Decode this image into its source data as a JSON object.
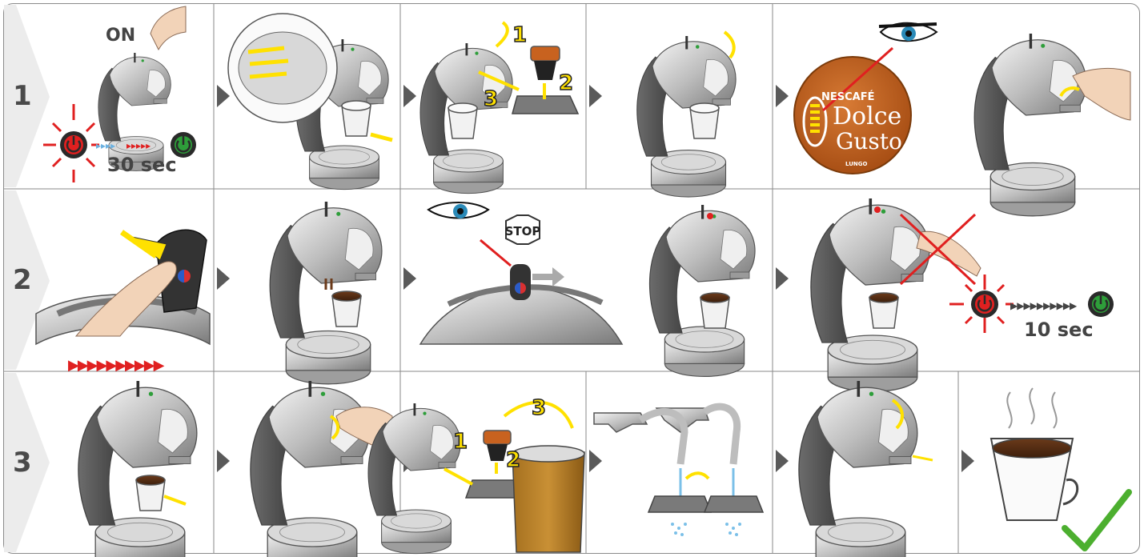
{
  "rows": [
    {
      "step": "1",
      "on_label": "ON",
      "timer_label": "30 sec"
    },
    {
      "step": "2",
      "timer_label": "10 sec",
      "stop_label": "STOP"
    },
    {
      "step": "3"
    }
  ],
  "capsule": {
    "brand_top": "NESCAFÉ",
    "brand_line1": "Dolce",
    "brand_line2": "Gusto",
    "variety": "LUNGO"
  },
  "callouts": {
    "r1_c3": [
      "1",
      "2",
      "3"
    ],
    "r3_c3": [
      "1",
      "2",
      "3"
    ]
  },
  "colors": {
    "power_led_red": "#e02020",
    "power_led_green": "#2e9e3a",
    "callout_yellow": "#ffe100",
    "arrow_grey": "#555555",
    "capsule_orange": "#c8621f",
    "check_green": "#4caf2f"
  }
}
